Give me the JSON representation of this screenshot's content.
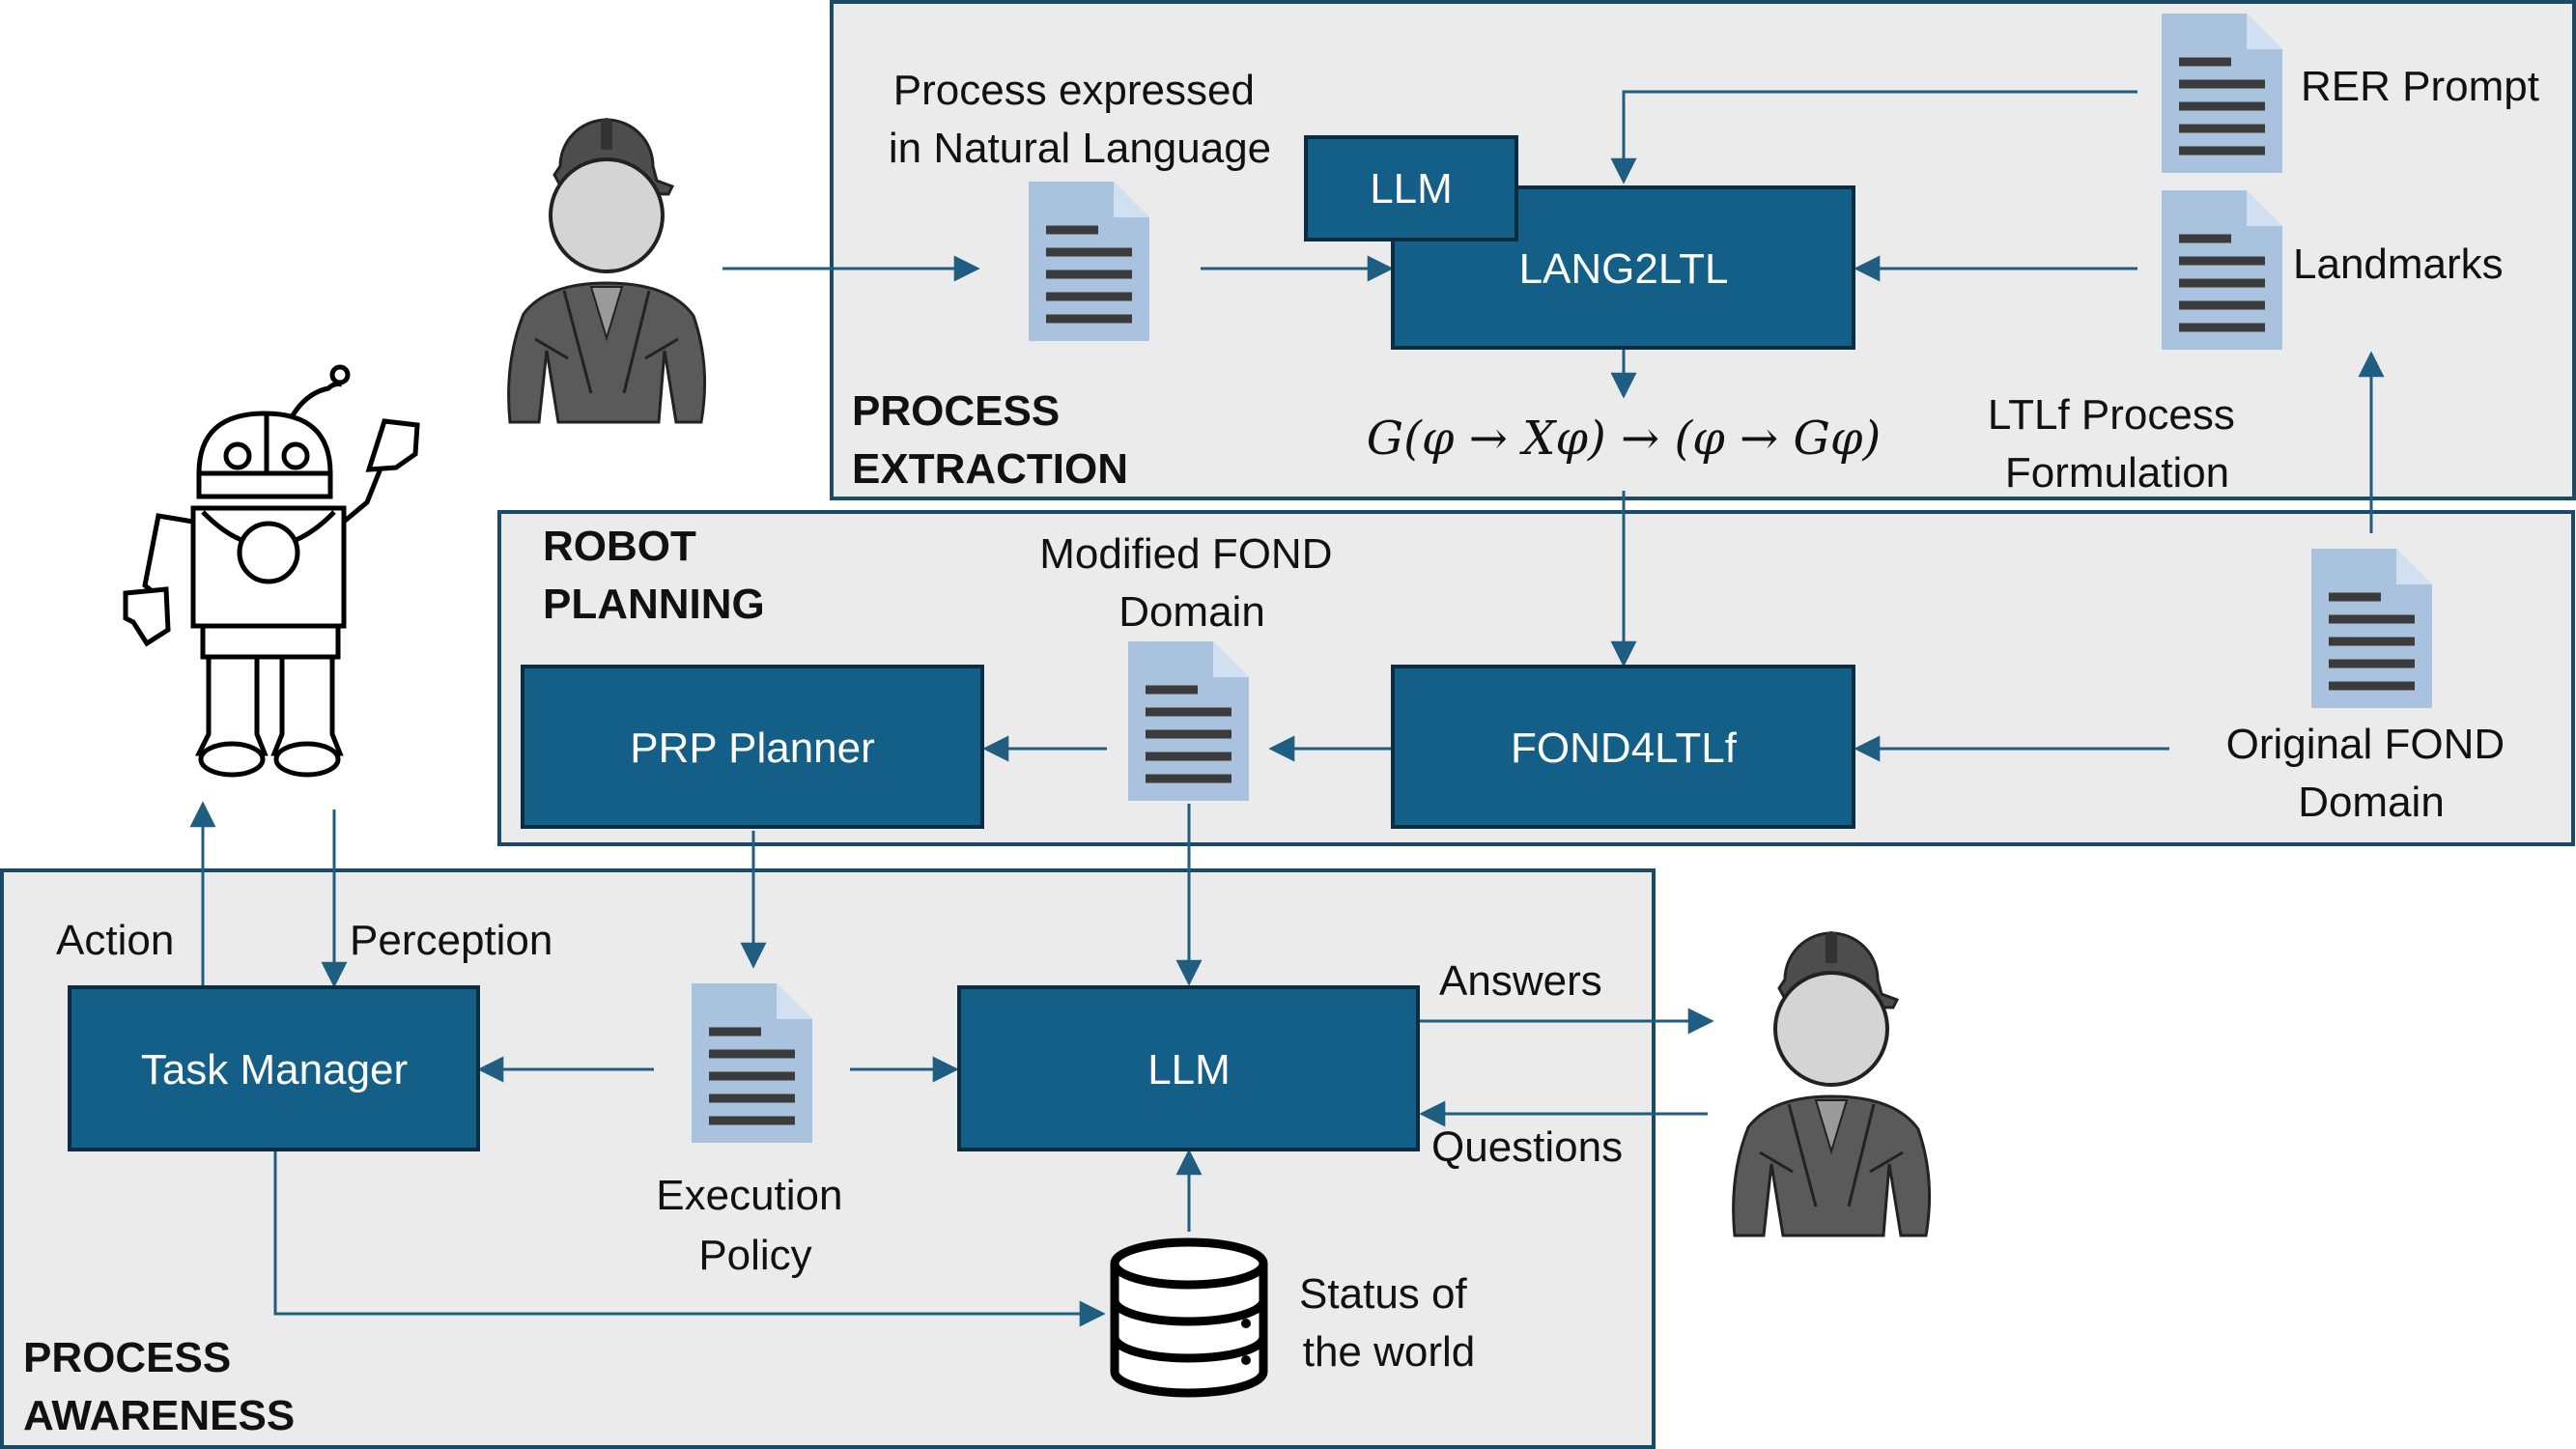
{
  "sections": {
    "process_extraction": [
      "PROCESS",
      "EXTRACTION"
    ],
    "robot_planning": [
      "ROBOT",
      "PLANNING"
    ],
    "process_awareness": [
      "PROCESS",
      "AWARENESS"
    ]
  },
  "boxes": {
    "llm_small": "LLM",
    "lang2ltl": "LANG2LTL",
    "fond4ltlf": "FOND4LTLf",
    "prp_planner": "PRP Planner",
    "task_manager": "Task Manager",
    "llm_main": "LLM"
  },
  "labels": {
    "process_nl": [
      "Process expressed",
      "in Natural Language"
    ],
    "rer_prompt": "RER Prompt",
    "landmarks": "Landmarks",
    "ltlf_formulation": [
      "LTLf Process",
      "Formulation"
    ],
    "modified_fond": [
      "Modified FOND",
      "Domain"
    ],
    "original_fond": [
      "Original FOND",
      "Domain"
    ],
    "action": "Action",
    "perception": "Perception",
    "execution_policy": [
      "Execution",
      "Policy"
    ],
    "answers": "Answers",
    "questions": "Questions",
    "status_world": [
      "Status of",
      "the world"
    ]
  },
  "formula": "G(φ → Xφ) → (φ → Gφ)",
  "colors": {
    "box_fill": "#145f88",
    "panel_fill": "#ebebeb",
    "arrow": "#1f5e80",
    "document": "#a9c3de"
  }
}
